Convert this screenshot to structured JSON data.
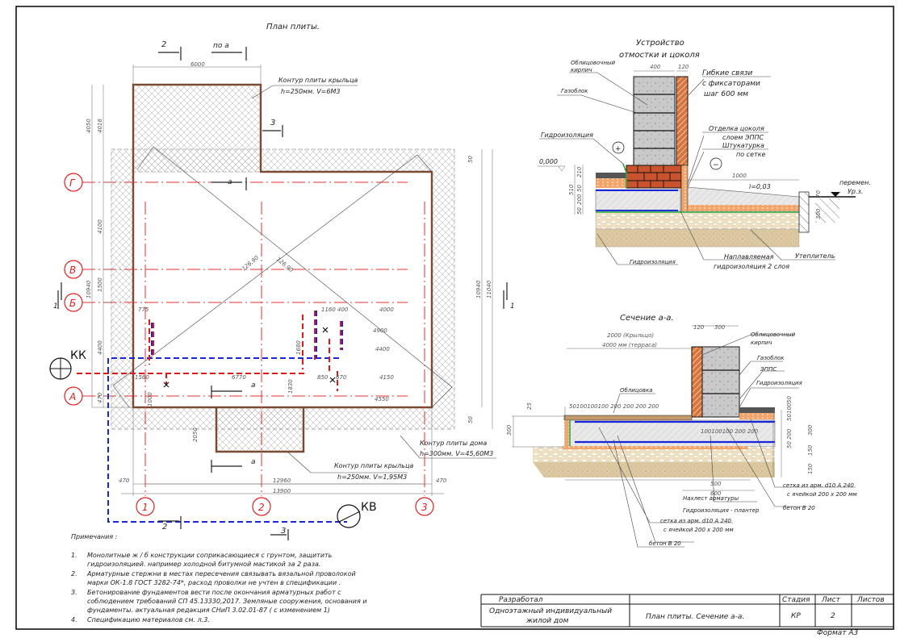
{
  "plan": {
    "title": "План плиты.",
    "section_marks": {
      "s2_top": "2",
      "po_a": "по а",
      "s3_top": "3",
      "a_mid": "а",
      "s1_left": "1",
      "s1_right": "1",
      "a_low": "а",
      "a_porch": "а",
      "s2_bottom": "2",
      "s3_bottom": "3"
    },
    "axes_rows": [
      "Г",
      "В",
      "Б",
      "А"
    ],
    "axes_cols": [
      "1",
      "2",
      "3"
    ],
    "porch_top_label": {
      "line1": "Контур плиты крыльца",
      "line2": "h=250мм. V=6М3"
    },
    "house_label": {
      "line1": "Контур плиты дома",
      "line2": "h=300мм. V=45,60М3"
    },
    "porch_bottom_label": {
      "line1": "Контур плиты крыльца",
      "line2": "h=250мм. V=1,95М3"
    },
    "kk": "КК",
    "kv": "КВ",
    "dims": {
      "top_6000": "6000",
      "left_4050": "4050",
      "left_4016": "4016",
      "left_4100": "4100",
      "left_1500": "1500",
      "left_10940": "10940",
      "left_4400": "4400",
      "left_1000": "1000",
      "left_470": "470",
      "right_10940": "10940",
      "right_11040": "11040",
      "right_50": "50",
      "top_right_50": "50",
      "b_12960": "12960",
      "b_13900": "13900",
      "b_470_l": "470",
      "b_470_r": "470",
      "d_775": "775",
      "d_1560": "1560",
      "d_6770": "6770",
      "d_1160": "1160",
      "d_400": "400",
      "d_4000": "4000",
      "d_4900": "4900",
      "d_4400": "4400",
      "d_4150": "4150",
      "d_4550": "4550",
      "d_850": "850",
      "d_670": "670",
      "d_1680": "1680",
      "d_1830": "1830",
      "d_2050": "2050",
      "d_12690a": "126,90",
      "d_12690b": "126,90"
    }
  },
  "detail_top": {
    "title1": "Устройство",
    "title2": "отмостки и цоколя",
    "dim_400": "400",
    "dim_120": "120",
    "dim_1000": "1000",
    "slope": "i=0,03",
    "level": "0,000",
    "plus": "+",
    "minus": "−",
    "dims_left": [
      "510",
      "210",
      "50",
      "200",
      "50"
    ],
    "dims_right": [
      "70",
      "300"
    ],
    "ground_l1": "перемен.",
    "ground_l2": "Ур.з.",
    "labels": {
      "facing_brick_1": "Облицовочный",
      "facing_brick_2": "кирпич",
      "gas_block": "Газоблок",
      "ties_1": "Гибкие связи",
      "ties_2": "с фиксаторами",
      "ties_3": "шаг 600 мм",
      "waterproofing": "Гидроизоляция",
      "plinth_1": "Отделка цоколя",
      "plinth_2": "слоем ЭППС",
      "plinth_3": "Штукатурка",
      "plinth_4": "по сетке",
      "bottom_wp": "Гидроизоляция",
      "fused_1": "Наплавляемая",
      "fused_2": "гидроизоляция 2 слоя",
      "insulation": "Утеплитель"
    }
  },
  "section": {
    "title": "Сечение а-а.",
    "span_1": "2000 (Крыльцо)",
    "span_2": "4000 мм (терраса)",
    "dim_120": "120",
    "dim_300": "300",
    "dim_25": "25",
    "dim_300_left": "300",
    "spacing": "50100100100 200 200 200 200",
    "spacing_inner": "100100100 200 200",
    "dim_500": "500",
    "dim_600": "600",
    "dims_right": [
      "50",
      "100",
      "50",
      "200",
      "50",
      "300",
      "150",
      "150"
    ],
    "labels": {
      "facing_brick_1": "Облицовочный",
      "facing_brick_2": "кирпич",
      "gas_block": "Газоблок",
      "epps": "ЭППС",
      "waterproofing": "Гидроизоляция",
      "cladding": "Облицовка",
      "mesh_r1": "сетка из арм. d10 А 240",
      "mesh_r2": "с ячейкой 200 х 200 мм",
      "concrete_r": "бетон В 20",
      "lap": "Нахлест арматуры",
      "planter": "Гидроизоляция - плантер",
      "mesh_l1": "сетка из арм. d10 А 240",
      "mesh_l2": "с ячейкой 200 х 200 мм",
      "concrete_l": "бетон В 20"
    }
  },
  "notes": {
    "heading": "Примечания :",
    "items": [
      {
        "num": "1.",
        "lines": [
          "Монолитные ж / б конструкции соприкасающиеся с грунтом, защитить",
          "гидроизоляцией. например холодной битумной мастикой за  2  раза."
        ]
      },
      {
        "num": "2.",
        "lines": [
          "Арматурные стержни в местах пересечения связывать вязальной проволокой",
          "марки ОК-1.8  ГОСТ  3282-74*,  расход проволки не учтен в спецификации ."
        ]
      },
      {
        "num": "3.",
        "lines": [
          "Бетонирование фундаментов вести после окончания арматурных работ с",
          "соблюдением требований СП  45.13330,2017.  Земляные сооружения, основания и",
          "фундаменты. актуальная редакция   СНиП  3.02.01-87 ( с изменением  1)"
        ]
      },
      {
        "num": "4.",
        "lines": [
          "Спецификацию материалов см. л.3."
        ]
      }
    ]
  },
  "title_block": {
    "developed": "Разработал",
    "object_1": "Одноэтажный индивидуальный",
    "object_2": "жилой дом",
    "sheet_title": "План плиты. Сечение а-а.",
    "stage_h": "Стадия",
    "sheet_h": "Лист",
    "sheets_h": "Листов",
    "stage": "КР",
    "sheet": "2",
    "sheets": "",
    "format": "Формат А3"
  },
  "colors": {
    "axis": "#e02020",
    "water": "#1a24d8",
    "sewer": "#e01818",
    "slab_outline": "#7a4a32",
    "brick": "#c8532e",
    "gravel": "#efe0c2",
    "sand": "#dcc9a2"
  }
}
